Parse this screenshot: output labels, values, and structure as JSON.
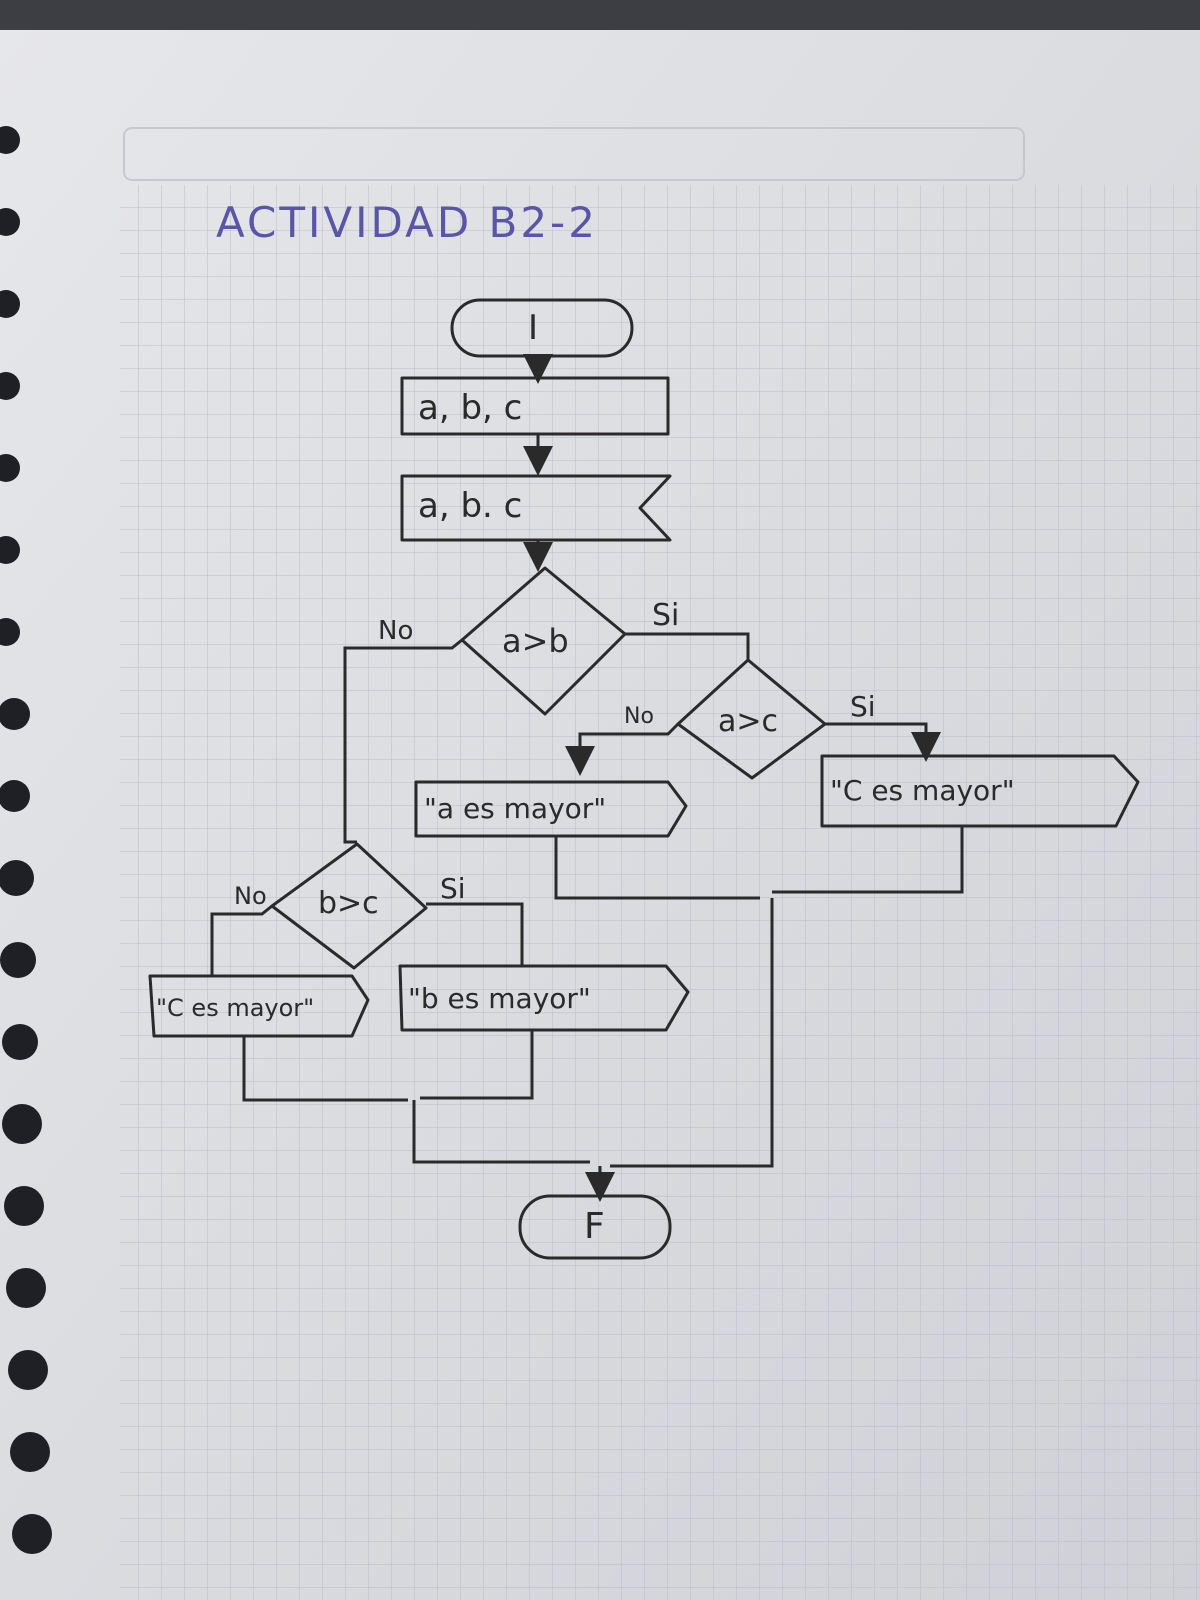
{
  "title": "ACTIVIDAD B2-2",
  "flowchart": {
    "start": "I",
    "input": "a, b, c",
    "read": "a, b. c",
    "decision_ab": "a>b",
    "decision_ac": "a>c",
    "decision_bc": "b>c",
    "out_a": "\"a es mayor\"",
    "out_c_right": "\"C es mayor\"",
    "out_b": "\"b es mayor\"",
    "out_c_left": "\"C es mayor\"",
    "end": "F",
    "labels": {
      "ab_no": "No",
      "ab_si": "Si",
      "ac_no": "No",
      "ac_si": "Si",
      "bc_no": "No",
      "bc_si": "Si"
    }
  },
  "colors": {
    "ink": "#2a2a2a",
    "title_ink": "#5b55a8",
    "paper": "#dedfe3",
    "grid": "#b9bcc4"
  }
}
